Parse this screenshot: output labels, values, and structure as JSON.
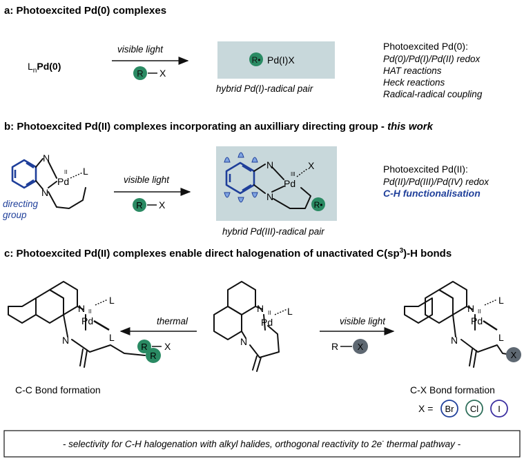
{
  "section_a": {
    "heading": "a: Photoexcited Pd(0) complexes",
    "start_L": "L",
    "start_sub": "n",
    "start_pd": "Pd(0)",
    "arrow_label": "visible light",
    "reagent_R": "R",
    "reagent_X": "X",
    "box_R": "R•",
    "box_text": "Pd(I)X",
    "box_caption": "hybrid Pd(I)-radical pair",
    "notes_title": "Photoexcited Pd(0):",
    "notes": [
      "Pd(0)/Pd(I)/Pd(II) redox",
      "HAT reactions",
      "Heck reactions",
      "Radical-radical coupling"
    ]
  },
  "section_b": {
    "heading": "b: Photoexcited Pd(II) complexes incorporating an auxilliary directing group - ",
    "heading_em": "this work",
    "arrow_label": "visible light",
    "reagent_R": "R",
    "reagent_X": "X",
    "dg_label_1": "directing",
    "dg_label_2": "group",
    "box_caption": "hybrid Pd(III)-radical pair",
    "notes_title": "Photoexcited Pd(II):",
    "notes_redox": "Pd(II)/Pd(III)/Pd(IV) redox",
    "notes_func": "C-H functionalisation",
    "radical": "R•"
  },
  "section_c": {
    "heading": "c: Photoexcited Pd(II) complexes enable direct halogenation of unactivated C(sp",
    "heading_sup": "3",
    "heading_end": ")-H bonds",
    "left_arrow": "thermal",
    "right_arrow": "visible light",
    "reagent_R": "R",
    "reagent_X": "X",
    "left_caption": "C-C Bond formation",
    "right_caption": "C-X Bond formation",
    "halogen_prefix": "X =",
    "halogens": [
      "Br",
      "Cl",
      "I"
    ],
    "halogen_colors": [
      "#1f3f9a",
      "#2e6e5a",
      "#3b2fa0"
    ]
  },
  "footer": "- selectivity for C-H halogenation with alkyl halides, orthogonal reactivity to 2e",
  "footer_sup": "-",
  "footer_end": " thermal pathway -",
  "colors": {
    "green": "#2a8a63",
    "grey_ball": "#5e6872",
    "blue": "#1f3f9a",
    "box": "#c8d8db"
  },
  "labels": {
    "N": "N",
    "Pd": "Pd",
    "L": "L",
    "ox2": "II",
    "ox3": "III",
    "X": "X",
    "R": "R"
  }
}
